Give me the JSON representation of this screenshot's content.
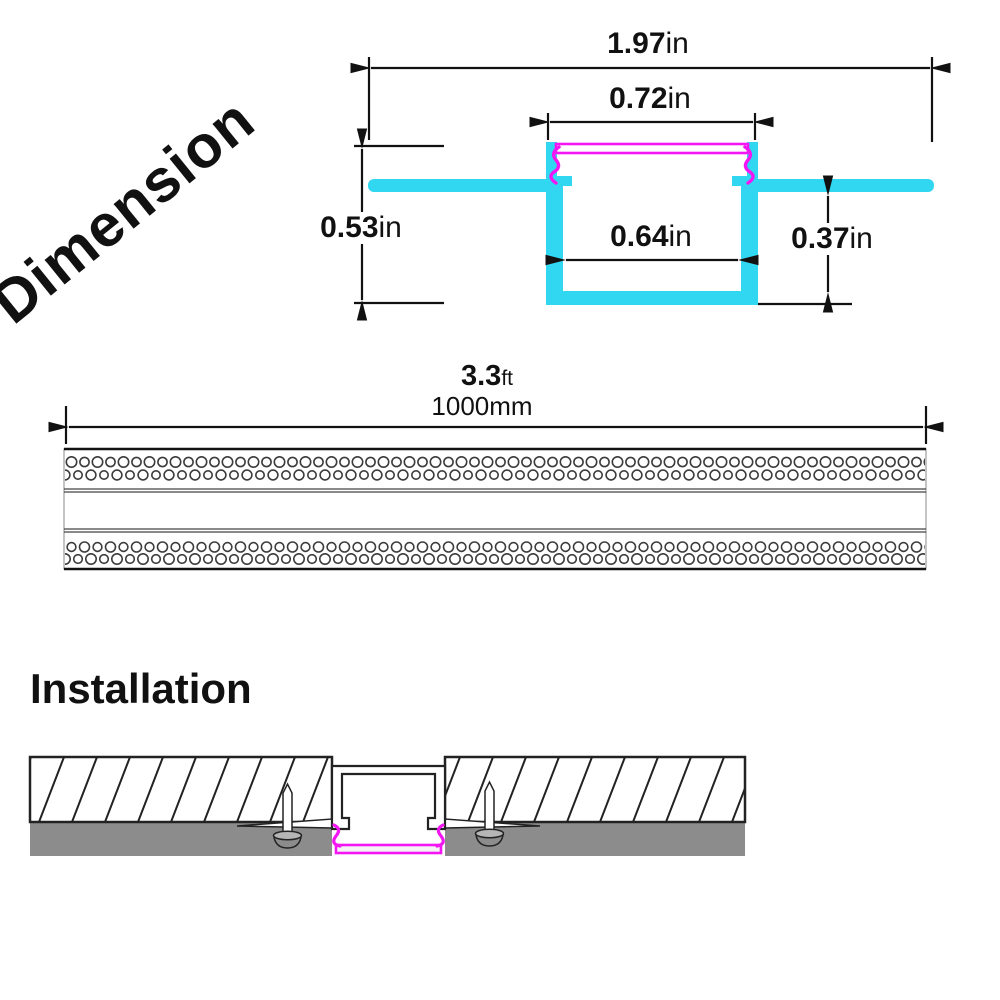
{
  "dimension_section": {
    "title": "Dimension",
    "overall_width": {
      "value": "1.97",
      "unit": "in"
    },
    "opening_width": {
      "value": "0.72",
      "unit": "in"
    },
    "overall_height": {
      "value": "0.53",
      "unit": "in"
    },
    "inner_width": {
      "value": "0.64",
      "unit": "in"
    },
    "recess_depth": {
      "value": "0.37",
      "unit": "in"
    }
  },
  "length_section": {
    "length_feet": {
      "value": "3.3",
      "unit": "ft"
    },
    "length_mm": {
      "value": "1000mm"
    }
  },
  "installation_section": {
    "title": "Installation"
  },
  "colors": {
    "profile_cyan": "#31D7F0",
    "diffuser_magenta": "#F316F3",
    "plaster_gray": "#8C8C8C",
    "line_black": "#111111"
  }
}
